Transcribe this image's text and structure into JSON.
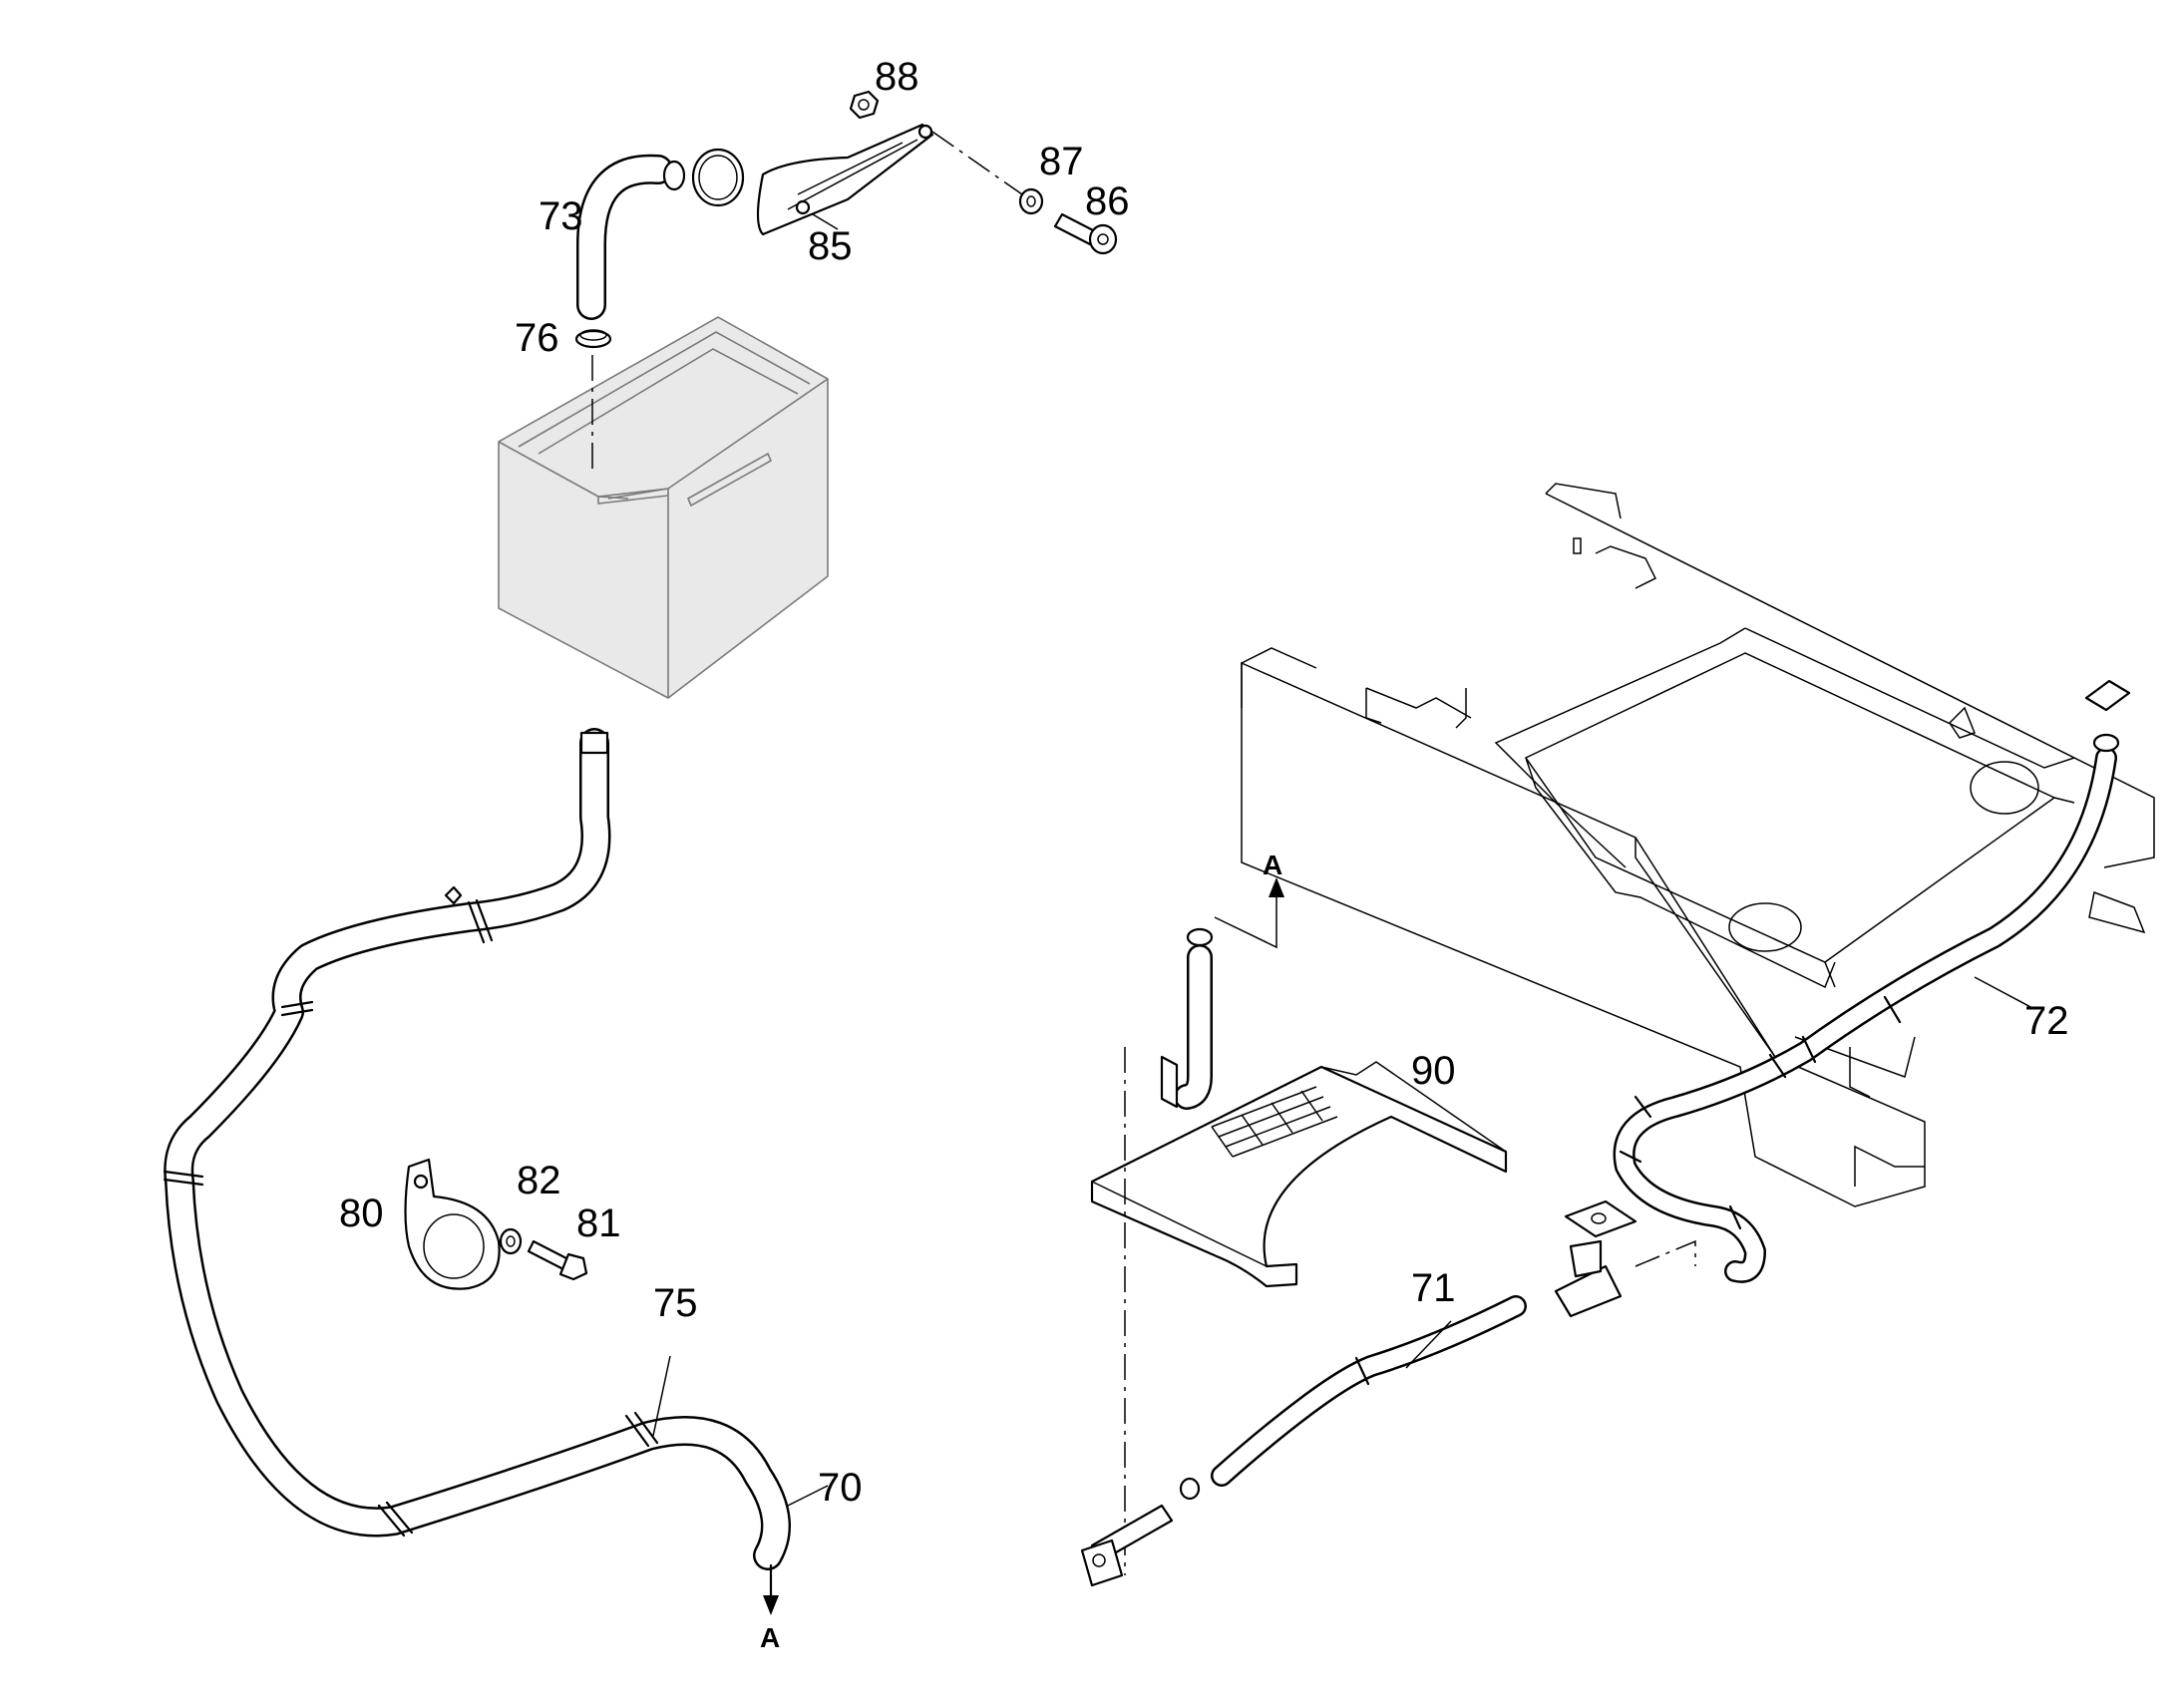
{
  "callouts": {
    "p70": "70",
    "p71": "71",
    "p72": "72",
    "p73": "73",
    "p75": "75",
    "p76": "76",
    "p80": "80",
    "p81": "81",
    "p82": "82",
    "p85": "85",
    "p86": "86",
    "p87": "87",
    "p88": "88",
    "p90": "90"
  },
  "section_markers": {
    "a_bottom": "A",
    "a_top": "A"
  }
}
